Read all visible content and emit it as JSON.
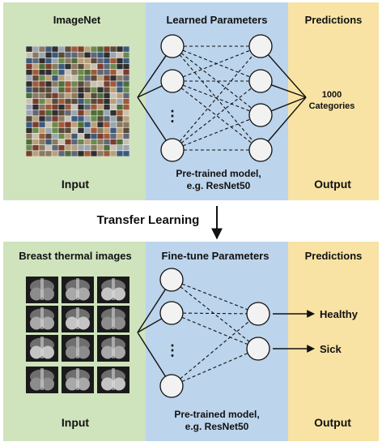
{
  "top_panel": {
    "dataset_title": "ImageNet",
    "params_title": "Learned Parameters",
    "predictions_title": "Predictions",
    "output_line1": "1000",
    "output_line2": "Categories",
    "input_label": "Input",
    "model_line1": "Pre-trained model,",
    "model_line2": "e.g. ResNet50",
    "output_label": "Output",
    "ellipsis": "⋮"
  },
  "transfer_label": "Transfer Learning",
  "bottom_panel": {
    "dataset_title": "Breast thermal images",
    "params_title": "Fine-tune Parameters",
    "predictions_title": "Predictions",
    "class_healthy": "Healthy",
    "class_sick": "Sick",
    "input_label": "Input",
    "model_line1": "Pre-trained model,",
    "model_line2": "e.g. ResNet50",
    "output_label": "Output",
    "ellipsis": "⋮"
  },
  "colors": {
    "input_bg": "#cfe3bd",
    "params_bg": "#bcd4ec",
    "output_bg": "#f8e3a4",
    "node_fill": "#f2f2f2",
    "stroke": "#111111"
  }
}
